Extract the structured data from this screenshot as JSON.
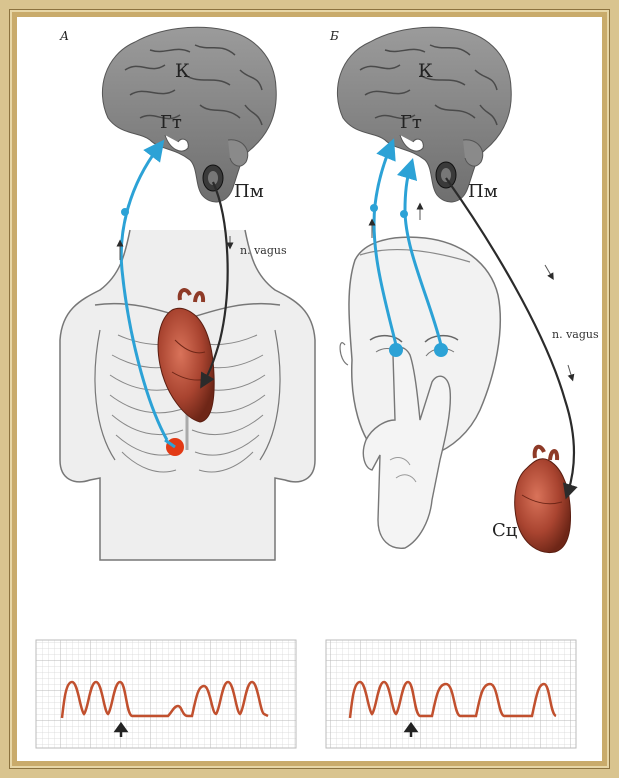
{
  "panels": {
    "a": {
      "letter": "А",
      "cortex": "К",
      "hypothalamus": "Гт",
      "medulla": "Пм",
      "nerve": "n. vagus"
    },
    "b": {
      "letter": "Б",
      "cortex": "К",
      "hypothalamus": "Гт",
      "medulla": "Пм",
      "nerve": "n. vagus",
      "heart_label": "Сц"
    }
  },
  "colors": {
    "afferent": "#2ca2d6",
    "efferent": "#2b2b2b",
    "brain": "#8f8f8f",
    "heart": "#a94430",
    "trace": "#c1502e",
    "grid": "#c9c9c9",
    "frame": "#c9ab6b"
  }
}
